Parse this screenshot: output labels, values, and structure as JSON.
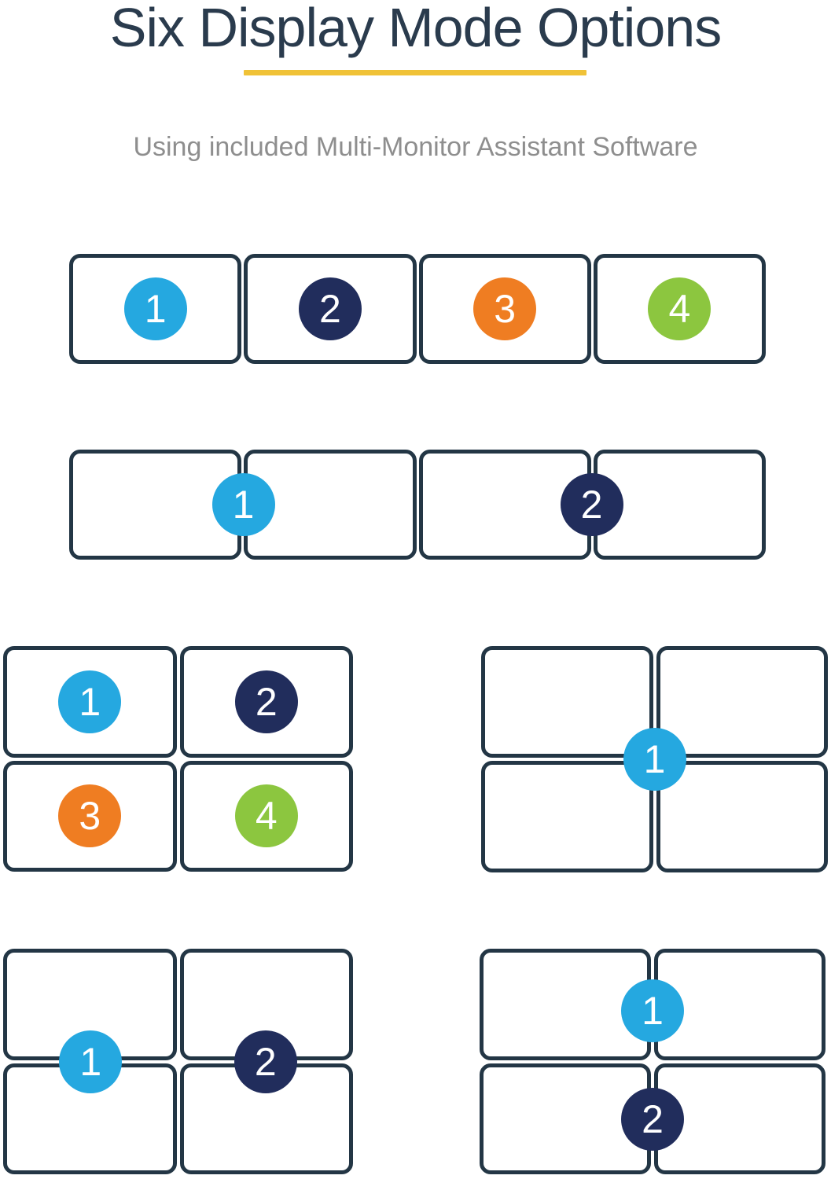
{
  "header": {
    "title": "Six Display Mode Options",
    "subtitle": "Using included Multi-Monitor Assistant Software"
  },
  "colors": {
    "page_background": "#ffffff",
    "title": "#2a3b4d",
    "subtitle": "#8e8e8e",
    "accent_underline": "#f0c237",
    "monitor_border": "#233645",
    "monitor_fill": "#ffffff",
    "badge_text": "#ffffff",
    "badge_blue": "#25a8e0",
    "badge_navy": "#212d5c",
    "badge_orange": "#ef7d22",
    "badge_green": "#8cc63f"
  },
  "modes": [
    {
      "layout": "1x4",
      "monitors": 4,
      "badges": [
        {
          "label": "1",
          "color": "badge_blue"
        },
        {
          "label": "2",
          "color": "badge_navy"
        },
        {
          "label": "3",
          "color": "badge_orange"
        },
        {
          "label": "4",
          "color": "badge_green"
        }
      ]
    },
    {
      "layout": "1x4",
      "monitors": 4,
      "badges": [
        {
          "label": "1",
          "color": "badge_blue"
        },
        {
          "label": "2",
          "color": "badge_navy"
        }
      ]
    },
    {
      "layout": "2x2",
      "monitors": 4,
      "badges": [
        {
          "label": "1",
          "color": "badge_blue"
        },
        {
          "label": "2",
          "color": "badge_navy"
        },
        {
          "label": "3",
          "color": "badge_orange"
        },
        {
          "label": "4",
          "color": "badge_green"
        }
      ]
    },
    {
      "layout": "2x2",
      "monitors": 4,
      "badges": [
        {
          "label": "1",
          "color": "badge_blue"
        }
      ]
    },
    {
      "layout": "2x2",
      "monitors": 4,
      "badges": [
        {
          "label": "1",
          "color": "badge_blue"
        },
        {
          "label": "2",
          "color": "badge_navy"
        }
      ]
    },
    {
      "layout": "2x2",
      "monitors": 4,
      "badges": [
        {
          "label": "1",
          "color": "badge_blue"
        },
        {
          "label": "2",
          "color": "badge_navy"
        }
      ]
    }
  ]
}
